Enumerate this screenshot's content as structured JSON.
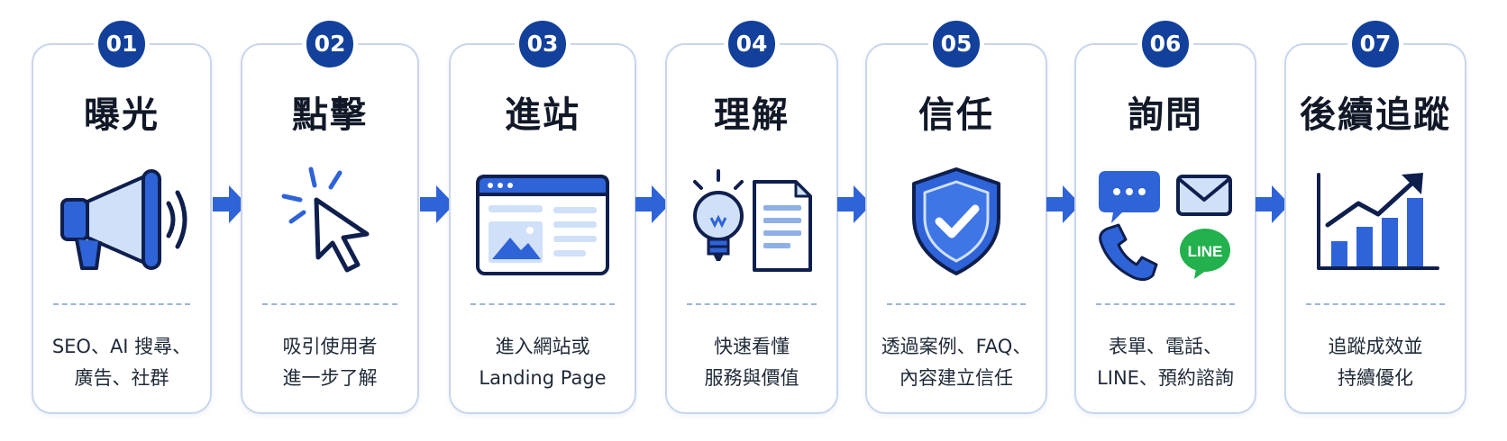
{
  "steps": [
    {
      "number": "01",
      "title": "曝光",
      "icon": "megaphone-icon",
      "desc": [
        "SEO、AI 搜尋、",
        "廣告、社群"
      ]
    },
    {
      "number": "02",
      "title": "點擊",
      "icon": "cursor-click-icon",
      "desc": [
        "吸引使用者",
        "進一步了解"
      ]
    },
    {
      "number": "03",
      "title": "進站",
      "icon": "browser-window-icon",
      "desc": [
        "進入網站或",
        "Landing Page"
      ]
    },
    {
      "number": "04",
      "title": "理解",
      "icon": "lightbulb-document-icon",
      "desc": [
        "快速看懂",
        "服務與價值"
      ]
    },
    {
      "number": "05",
      "title": "信任",
      "icon": "shield-check-icon",
      "desc": [
        "透過案例、FAQ、",
        "內容建立信任"
      ]
    },
    {
      "number": "06",
      "title": "詢問",
      "icon": "contact-channels-icon",
      "desc": [
        "表單、電話、",
        "LINE、預約諮詢"
      ],
      "line_label": "LINE"
    },
    {
      "number": "07",
      "title": "後續追蹤",
      "icon": "growth-chart-icon",
      "desc": [
        "追蹤成效並",
        "持續優化"
      ]
    }
  ],
  "colors": {
    "primary": "#12409a",
    "accent": "#2f63d8",
    "light": "#cfe0f8",
    "line_green": "#22b14c"
  }
}
